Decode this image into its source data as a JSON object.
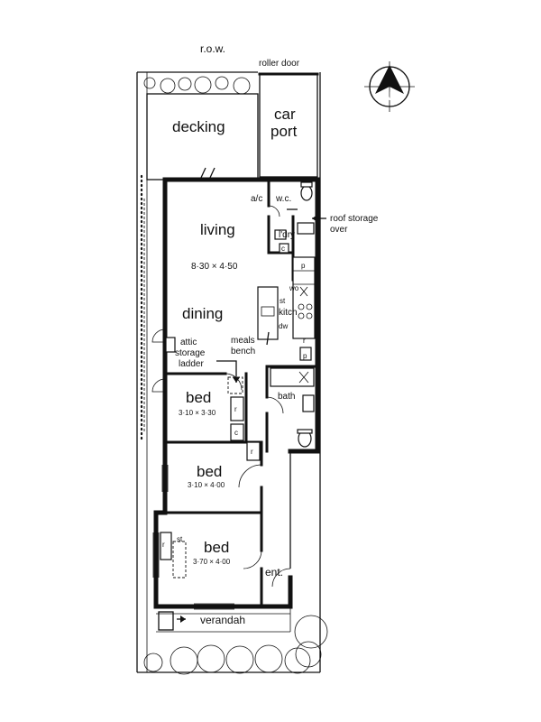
{
  "labels": {
    "row": "r.o.w.",
    "roller_door": "roller door",
    "north": "N",
    "decking": "decking",
    "car": "car",
    "port": "port",
    "ac": "a/c",
    "wc": "w.c.",
    "roof_storage": "roof storage",
    "over": "over",
    "living": "living",
    "living_dims": "8·30 × 4·50",
    "ldry": "l'dry",
    "c": "c",
    "p": "p",
    "wo": "wo",
    "st": "st",
    "kitch": "kitch",
    "dw": "dw",
    "dining": "dining",
    "meals": "meals",
    "bench": "bench",
    "r": "r",
    "attic": "attic",
    "storage": "storage",
    "ladder": "ladder",
    "bath": "bath",
    "bed1": "bed",
    "bed1_dims": "3·10 × 3·30",
    "bed2": "bed",
    "bed2_dims": "3·10 × 4·00",
    "bed3": "bed",
    "bed3_dims": "3·70 × 4·00",
    "ent": "ent.",
    "verandah": "verandah"
  }
}
